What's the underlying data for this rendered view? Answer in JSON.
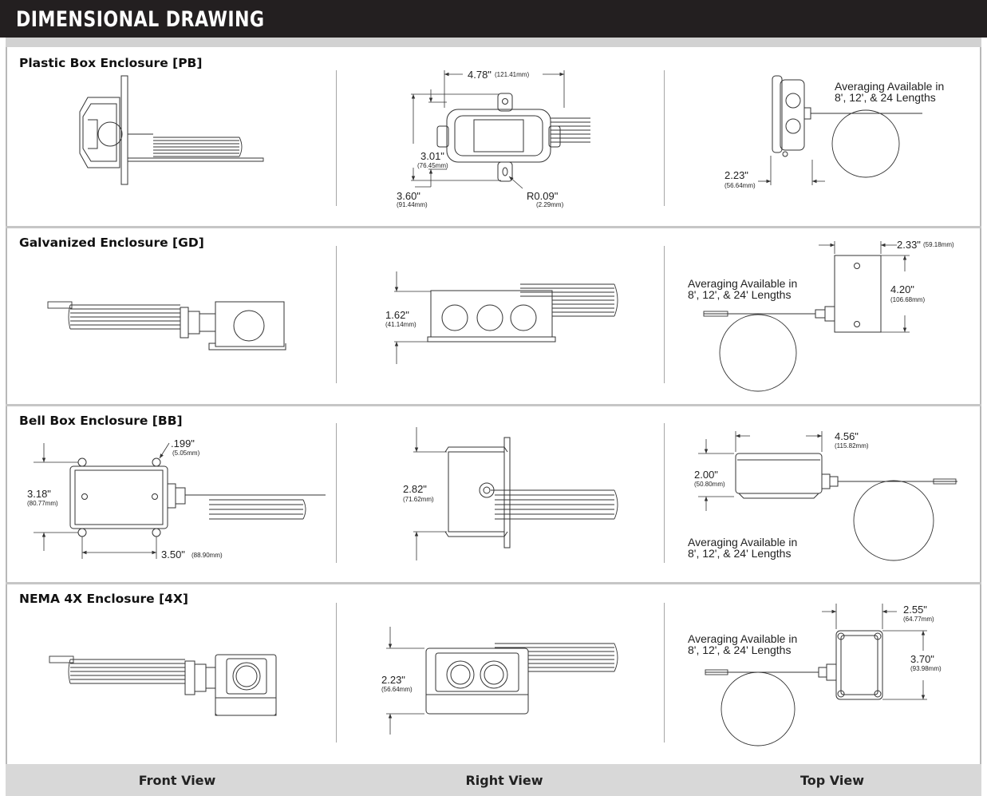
{
  "header": {
    "title": "DIMENSIONAL DRAWING"
  },
  "sections": [
    {
      "title": "Plastic Box Enclosure [PB]",
      "right": {
        "width": "4.78\"",
        "width_mm": "(121.41mm)",
        "height_in": "3.01\"",
        "height_mm": "(76.45mm)",
        "overall": "3.60\"",
        "overall_mm": "(91.44mm)",
        "radius": "R0.09\"",
        "radius_mm": "(2.29mm)"
      },
      "top": {
        "note1": "Averaging Available in",
        "note2": "8', 12', & 24 Lengths",
        "depth": "2.23\"",
        "depth_mm": "(56.64mm)"
      }
    },
    {
      "title": "Galvanized Enclosure [GD]",
      "right": {
        "height": "1.62\"",
        "height_mm": "(41.14mm)"
      },
      "top": {
        "note1": "Averaging Available in",
        "note2": "8', 12', & 24' Lengths",
        "width": "2.33\"",
        "width_mm": "(59.18mm)",
        "height": "4.20\"",
        "height_mm": "(106.68mm)"
      }
    },
    {
      "title": "Bell Box Enclosure [BB]",
      "front": {
        "hole": ".199\"",
        "hole_mm": "(5.05mm)",
        "height": "3.18\"",
        "height_mm": "(80.77mm)",
        "spacing": "3.50\"",
        "spacing_mm": "(88.90mm)"
      },
      "right": {
        "height": "2.82\"",
        "height_mm": "(71.62mm)"
      },
      "top": {
        "width": "4.56\"",
        "width_mm": "(115.82mm)",
        "height": "2.00\"",
        "height_mm": "(50.80mm)",
        "note1": "Averaging Available in",
        "note2": "8', 12', & 24' Lengths"
      }
    },
    {
      "title": "NEMA 4X Enclosure [4X]",
      "right": {
        "height": "2.23\"",
        "height_mm": "(56.64mm)"
      },
      "top": {
        "note1": "Averaging Available in",
        "note2": "8', 12', & 24' Lengths",
        "width": "2.55\"",
        "width_mm": "(64.77mm)",
        "height": "3.70\"",
        "height_mm": "(93.98mm)"
      }
    }
  ],
  "footer": {
    "front": "Front View",
    "right": "Right View",
    "top": "Top View"
  }
}
